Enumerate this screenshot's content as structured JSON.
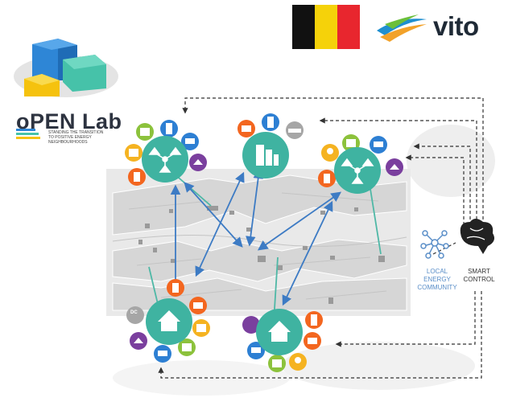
{
  "header": {
    "brand_name": "oPEN Lab",
    "brand_tagline": [
      "STANDING THE TRANSITION",
      "TO POSITIVE ENERGY",
      "NEIGHBOURHOODS"
    ],
    "partner_logo": "vito",
    "flag_colors": [
      "#111111",
      "#f5d20a",
      "#e8262e"
    ]
  },
  "diagram": {
    "local_energy_community_label": [
      "LOCAL",
      "ENERGY",
      "COMMUNITY"
    ],
    "smart_control_label": [
      "SMART",
      "CONTROL"
    ],
    "colors": {
      "hub": "#3fb3a1",
      "arrow": "#3d7bc4",
      "connector": "#4fb8a6",
      "dashed": "#333333",
      "orange": "#f3661f",
      "purple": "#7a3f9e",
      "blue": "#2d7fd3",
      "green": "#8cc23c",
      "yellow": "#f5b321",
      "grey": "#a6a6a6"
    },
    "icons": [
      "house-icon",
      "network-icon",
      "building-icon",
      "battery-icon",
      "fridge-icon",
      "solar-panel-icon",
      "washing-machine-icon",
      "car-icon",
      "heat-pump-icon",
      "dc-source-icon",
      "bulb-icon",
      "brain-icon"
    ],
    "dc_label": "DC"
  }
}
